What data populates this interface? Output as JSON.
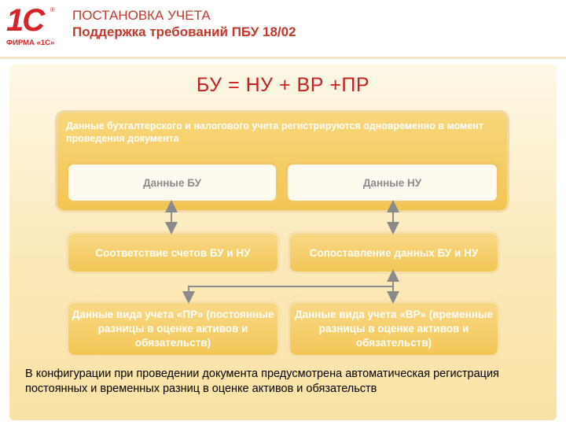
{
  "header": {
    "logo_mark": "1С",
    "logo_caption": "ФИРМА «1С»",
    "title": "ПОСТАНОВКА УЧЕТА",
    "subtitle": "Поддержка требований ПБУ 18/02"
  },
  "diagram": {
    "formula": "БУ = НУ + ВР +ПР",
    "outer_text": "Данные бухгалтерского и налогового учета регистрируются одновременно в момент проведения документа",
    "box_bu": "Данные БУ",
    "box_nu": "Данные НУ",
    "box_sootvetstvie": "Соответствие счетов БУ и НУ",
    "box_sopostavlenie": "Сопоставление данных БУ и НУ",
    "box_pr": "Данные вида учета «ПР» (постоянные разницы в оценке активов и обязательств)",
    "box_vr": "Данные вида учета «ВР» (временные разницы в оценке активов и обязательств)"
  },
  "footer": {
    "note": "В конфигурации при проведении документа предусмотрена автоматическая регистрация постоянных и временных разниц в оценке активов и обязательств"
  },
  "colors": {
    "title_red": "#c0392b",
    "formula_red": "#c81e1e",
    "box_gold": "#f3c553",
    "arrow_gray": "#8a8a8a"
  }
}
